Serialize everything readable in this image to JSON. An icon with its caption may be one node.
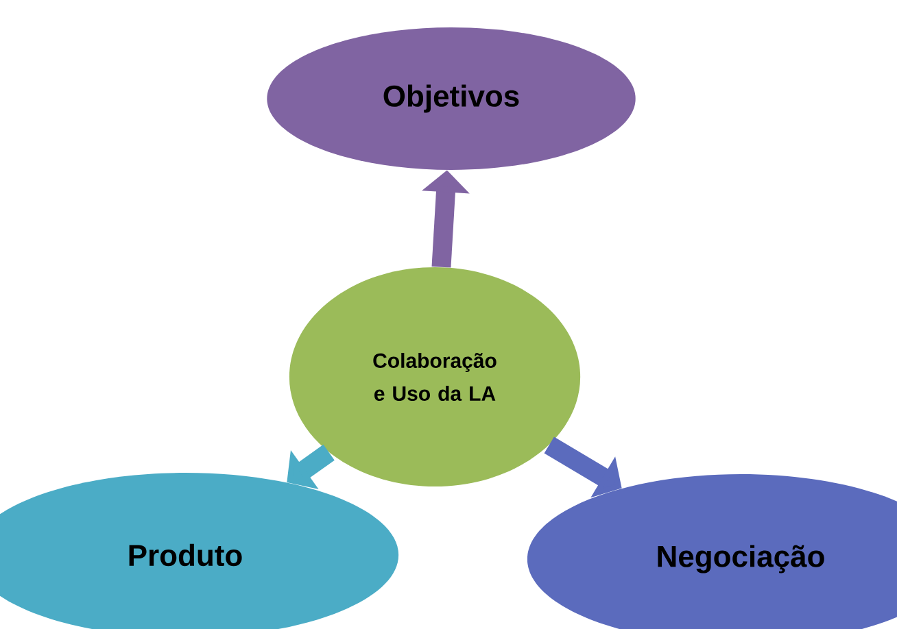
{
  "diagram": {
    "nodes": [
      {
        "text": [
          "Objetivos"
        ]
      },
      {
        "text": [
          "Colaboração e Uso da LA"
        ]
      },
      {
        "text": [
          "Produto"
        ]
      },
      {
        "text": [
          "Negociação"
        ]
      }
    ],
    "edges": [
      {
        "from": 1,
        "to": 0,
        "arrow": "to",
        "color": "#8064a2"
      },
      {
        "from": 1,
        "to": 2,
        "arrow": "to",
        "color": "#4bacc6"
      },
      {
        "from": 1,
        "to": 3,
        "arrow": "to",
        "color": "#5b6bbd"
      }
    ]
  }
}
